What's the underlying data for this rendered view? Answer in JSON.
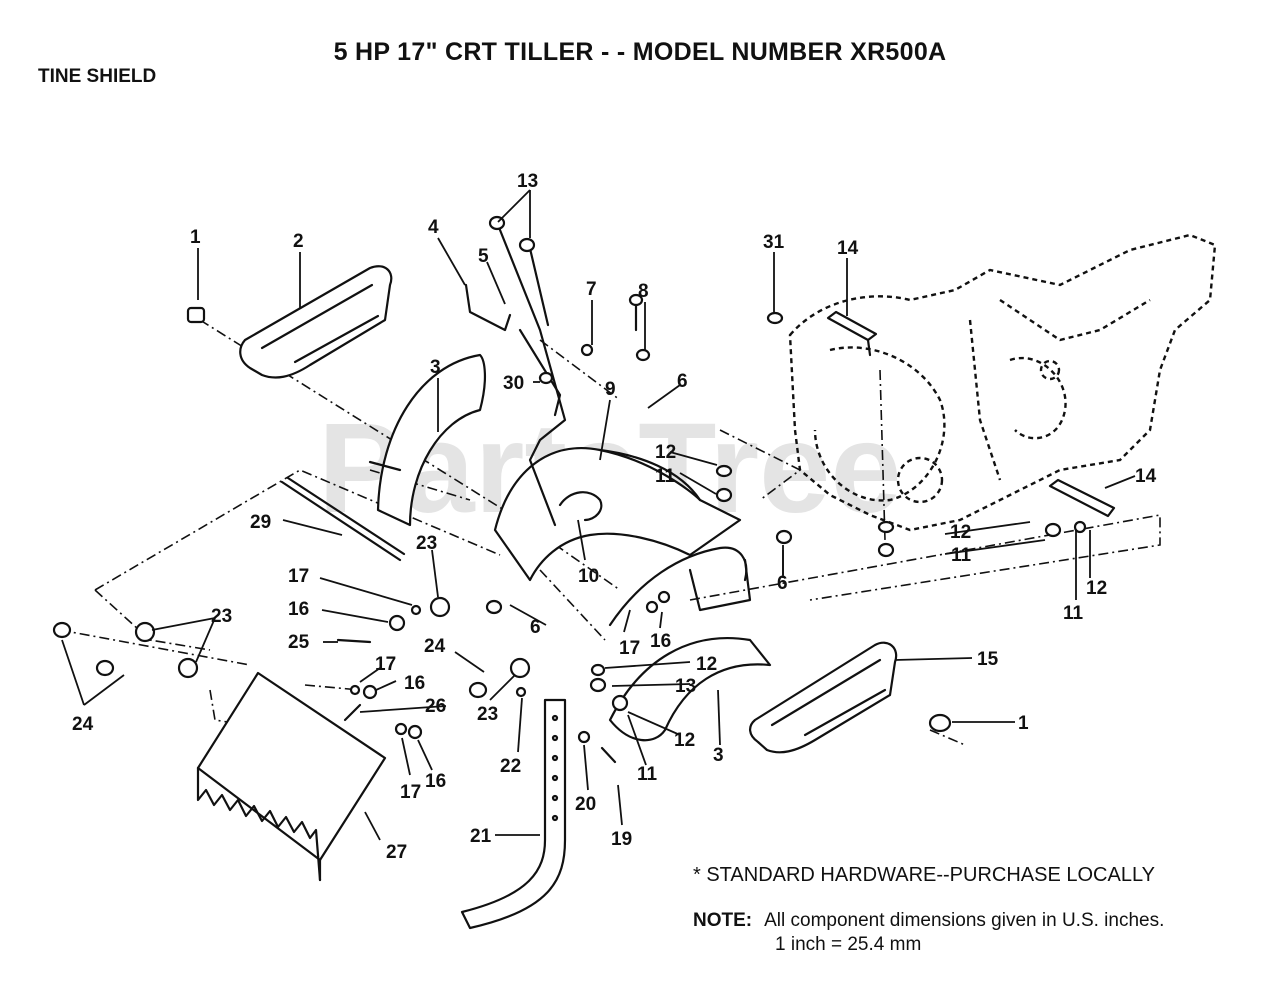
{
  "title": "5 HP  17\" CRT TILLER - - MODEL NUMBER XR500A",
  "section": "TINE SHIELD",
  "watermark": "PartsTree",
  "footnote": "* STANDARD HARDWARE--PURCHASE LOCALLY",
  "note": {
    "label": "NOTE:",
    "text": "All component dimensions given in U.S. inches.",
    "conversion": "1 inch = 25.4 mm"
  },
  "callouts": {
    "c1a": "1",
    "c1b": "1",
    "c2": "2",
    "c3a": "3",
    "c3b": "3",
    "c4": "4",
    "c5": "5",
    "c6a": "6",
    "c6b": "6",
    "c6c": "6",
    "c7": "7",
    "c8": "8",
    "c9": "9",
    "c10": "10",
    "c11a": "11",
    "c11b": "11",
    "c11c": "11",
    "c11d": "11",
    "c12a": "12",
    "c12b": "12",
    "c12c": "12",
    "c12d": "12",
    "c12e": "12",
    "c13a": "13",
    "c13b": "13",
    "c14a": "14",
    "c14b": "14",
    "c15": "15",
    "c16a": "16",
    "c16b": "16",
    "c16c": "16",
    "c16d": "16",
    "c17a": "17",
    "c17b": "17",
    "c17c": "17",
    "c17d": "17",
    "c19": "19",
    "c20": "20",
    "c21": "21",
    "c22": "22",
    "c23a": "23",
    "c23b": "23",
    "c23c": "23",
    "c24a": "24",
    "c24b": "24",
    "c25": "25",
    "c26": "26",
    "c27": "27",
    "c29": "29",
    "c30": "30",
    "c31": "31"
  }
}
